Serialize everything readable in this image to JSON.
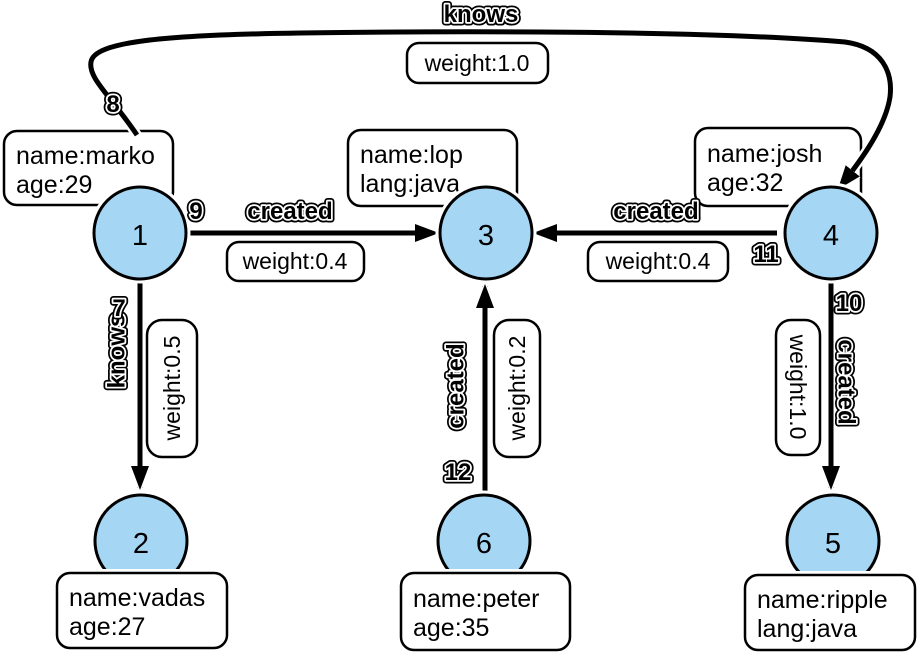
{
  "graph": {
    "nodes": [
      {
        "id": "1",
        "properties": [
          "name:marko",
          "age:29"
        ]
      },
      {
        "id": "2",
        "properties": [
          "name:vadas",
          "age:27"
        ]
      },
      {
        "id": "3",
        "properties": [
          "name:lop",
          "lang:java"
        ]
      },
      {
        "id": "4",
        "properties": [
          "name:josh",
          "age:32"
        ]
      },
      {
        "id": "5",
        "properties": [
          "name:ripple",
          "lang:java"
        ]
      },
      {
        "id": "6",
        "properties": [
          "name:peter",
          "age:35"
        ]
      }
    ],
    "edges": [
      {
        "id": "7",
        "label": "knows",
        "weight": "weight:0.5",
        "from": "1",
        "to": "2"
      },
      {
        "id": "8",
        "label": "knows",
        "weight": "weight:1.0",
        "from": "1",
        "to": "4"
      },
      {
        "id": "9",
        "label": "created",
        "weight": "weight:0.4",
        "from": "1",
        "to": "3"
      },
      {
        "id": "10",
        "label": "created",
        "weight": "weight:1.0",
        "from": "4",
        "to": "5"
      },
      {
        "id": "11",
        "label": "created",
        "weight": "weight:0.4",
        "from": "4",
        "to": "3"
      },
      {
        "id": "12",
        "label": "created",
        "weight": "weight:0.2",
        "from": "6",
        "to": "3"
      }
    ],
    "colors": {
      "node_fill": "#A5D6F4",
      "line": "#000000",
      "box_fill": "#FFFFFF",
      "box_border": "#000000",
      "halo": "#FFFFFF"
    }
  }
}
